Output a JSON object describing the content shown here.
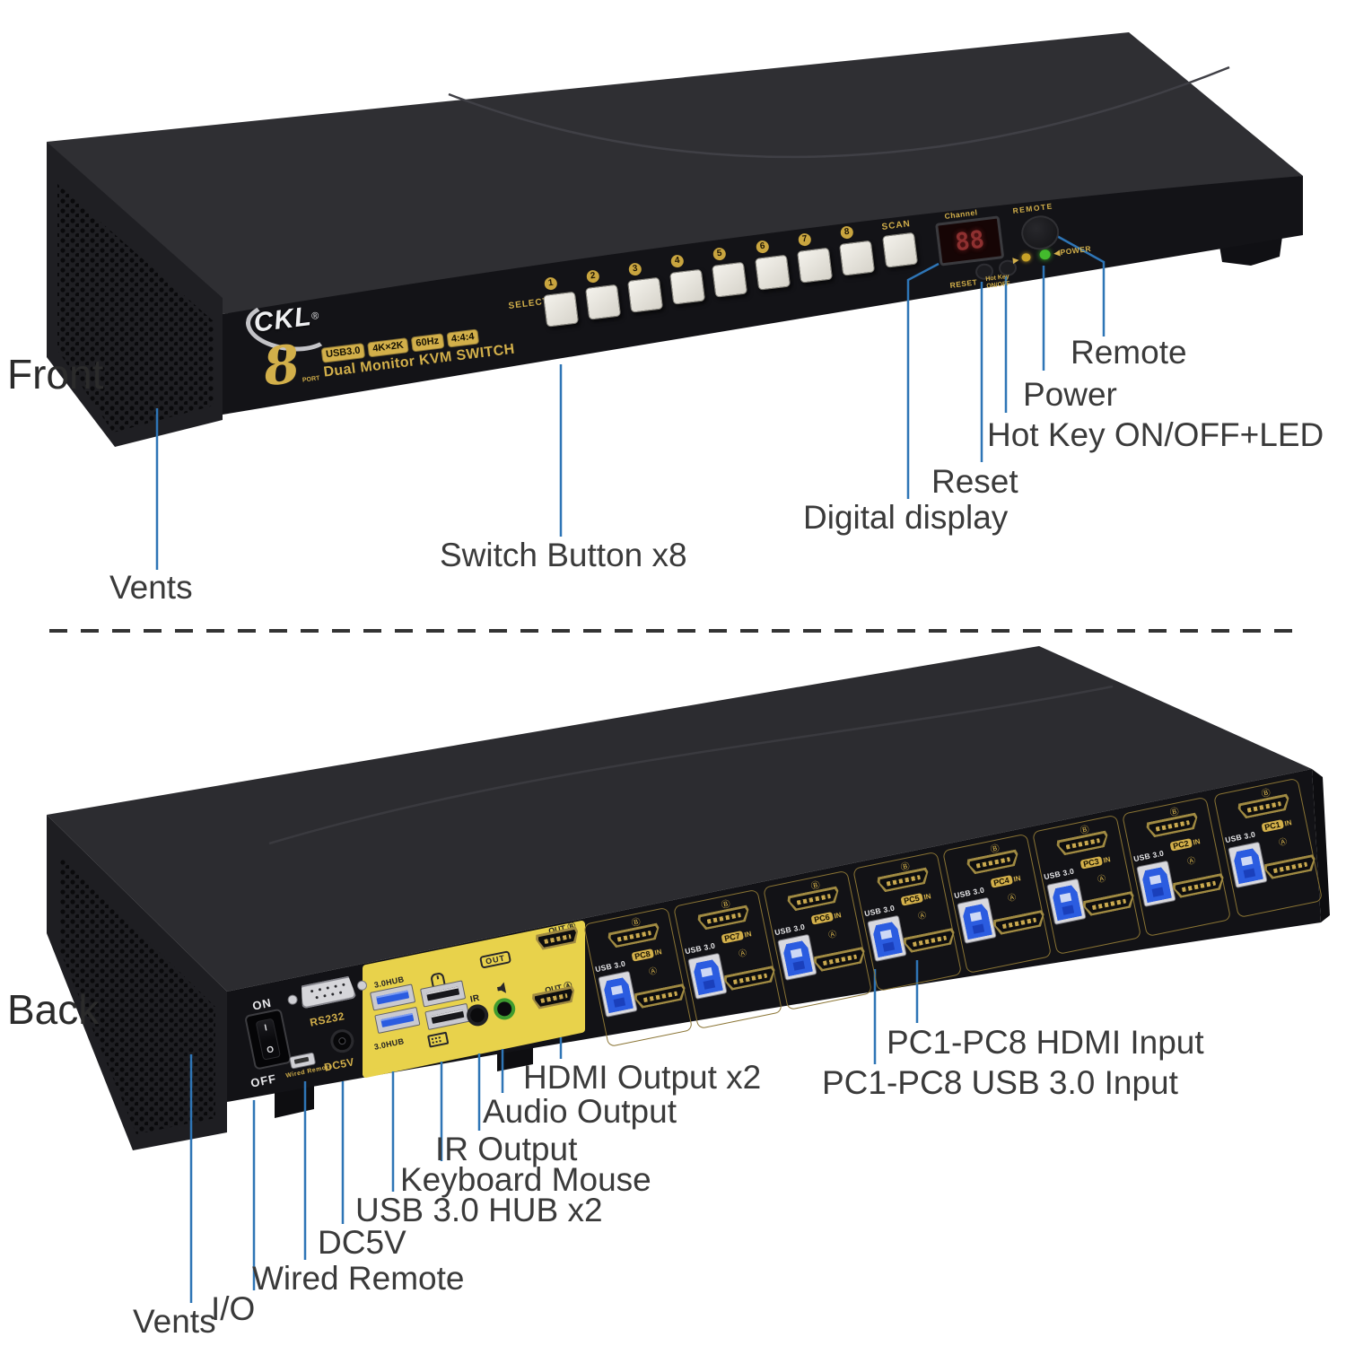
{
  "front": {
    "view_label": "Front",
    "brand": {
      "logo": "CKL",
      "reg": "®",
      "port_number": "8",
      "port_word": "PORT",
      "badges": [
        "USB3.0",
        "4K×2K",
        "60Hz",
        "4:4:4"
      ],
      "title": "Dual Monitor KVM SWITCH"
    },
    "panel": {
      "select": "SELECT",
      "select_arrow": "▶",
      "buttons": [
        "1",
        "2",
        "3",
        "4",
        "5",
        "6",
        "7",
        "8"
      ],
      "scan": "SCAN",
      "channel": "Channel",
      "display": "88",
      "reset": "RESET",
      "hotkey_line1": "Hot Key",
      "hotkey_line2": "ON/OFF",
      "led_arrow": "▶",
      "power_arrow": "◀",
      "power": "POWER",
      "remote": "REMOTE"
    },
    "callouts": {
      "vents": "Vents",
      "switch_buttons": "Switch Button x8",
      "digital_display": "Digital display",
      "reset": "Reset",
      "hotkey": "Hot Key ON/OFF+LED",
      "power": "Power",
      "remote": "Remote"
    }
  },
  "back": {
    "view_label": "Back",
    "panel": {
      "on": "ON",
      "off": "OFF",
      "rs232": "RS232",
      "wired_remote": "Wired Remote",
      "dc5v": "DC5V",
      "hub_top": "3.0HUB",
      "hub_bottom": "3.0HUB",
      "ir": "IR",
      "out_badge": "OUT",
      "out_b": "OUT Ⓑ",
      "out_a": "OUT Ⓐ",
      "usb": "USB 3.0",
      "in": "IN",
      "a": "Ⓐ",
      "b": "Ⓑ",
      "pc_ports": [
        "PC8",
        "PC7",
        "PC6",
        "PC5",
        "PC4",
        "PC3",
        "PC2",
        "PC1"
      ]
    },
    "callouts": {
      "vents": "Vents",
      "io": "I/O",
      "wired_remote": "Wired Remote",
      "dc5v": "DC5V",
      "usb_hub": "USB 3.0 HUB x2",
      "keyboard_mouse": "Keyboard Mouse",
      "ir_output": "IR Output",
      "audio_output": "Audio Output",
      "hdmi_output": "HDMI Output x2",
      "pc_hdmi": "PC1-PC8 HDMI Input",
      "pc_usb": "PC1-PC8 USB 3.0 Input"
    }
  },
  "colors": {
    "leader_blue": "#2e75b6",
    "gold": "#d2af4a",
    "panel_yellow": "#e8d24b",
    "usb_blue": "#2b5ce0",
    "led_green": "#43bb2d",
    "display_red": "#9b3535"
  }
}
